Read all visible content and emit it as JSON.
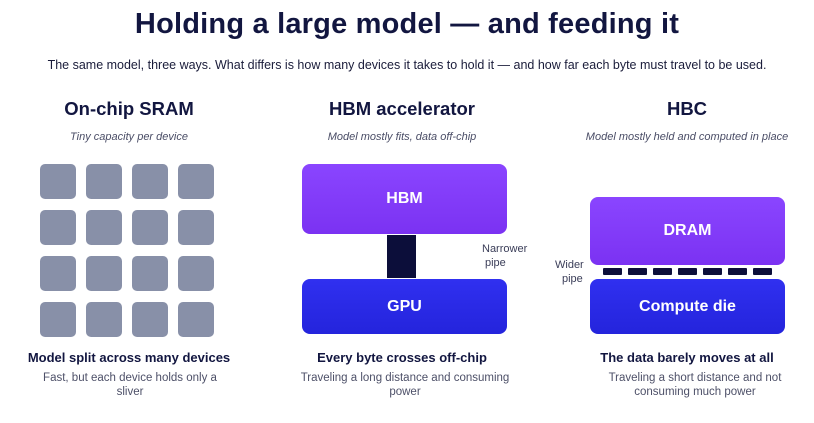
{
  "title": "Holding a large model — and feeding it",
  "subtitle": "The same model, three ways. What differs is how many devices it takes to hold it — and how far each byte must travel to be used.",
  "columns": [
    {
      "heading": "On-chip SRAM",
      "caption": "Tiny capacity per device",
      "footer_title": "Model split across many devices",
      "footer_desc": "Fast, but each device holds only a sliver",
      "chip_count": 16
    },
    {
      "heading": "HBM accelerator",
      "caption": "Model mostly fits, data off-chip",
      "top_block": "HBM",
      "bottom_block": "GPU",
      "pipe_label_line1": "Narrower",
      "pipe_label_line2": "pipe",
      "footer_title": "Every byte crosses off-chip",
      "footer_desc": "Traveling a long distance and consuming power"
    },
    {
      "heading": "HBC",
      "caption": "Model mostly held and computed in place",
      "top_block": "DRAM",
      "bottom_block": "Compute die",
      "pipe_label_line1": "Wider",
      "pipe_label_line2": "pipe",
      "footer_title": "The data barely moves at all",
      "footer_desc": "Traveling a short distance and not consuming much power"
    }
  ],
  "colors": {
    "chip": "#8890a8",
    "memory_purple": "#7b32f2",
    "compute_blue": "#2424dc",
    "pipe": "#0c0e3a"
  }
}
